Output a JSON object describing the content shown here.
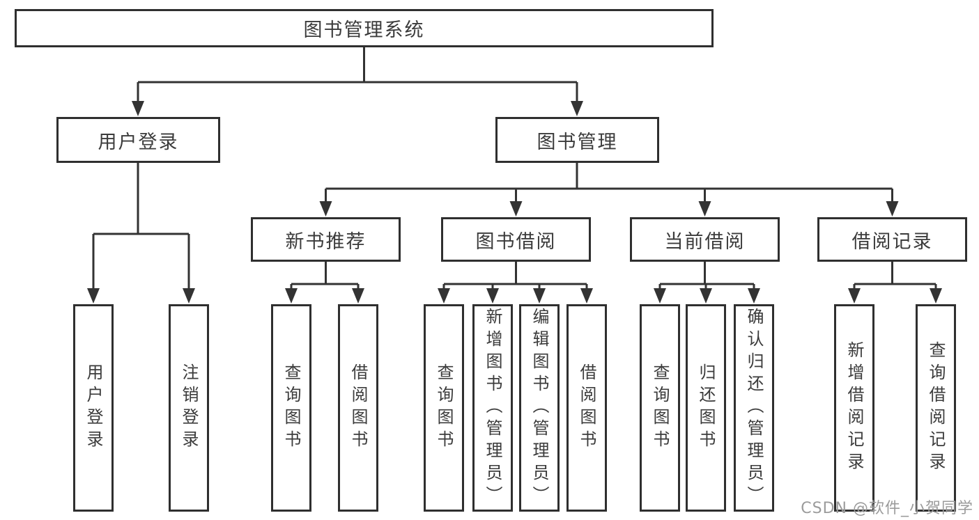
{
  "watermark": "CSDN @软件_小贺同学",
  "colors": {
    "line": "#333333",
    "box_border": "#2f2f2f",
    "text": "#3b3b3b",
    "watermark": "#9b9b9b",
    "background": "#ffffff"
  },
  "diagram": {
    "type": "hierarchy-tree",
    "root": {
      "label": "图书管理系统"
    },
    "branches": [
      {
        "label": "用户登录",
        "children": [
          {
            "label": "用户登录"
          },
          {
            "label": "注销登录"
          }
        ]
      },
      {
        "label": "图书管理",
        "sections": [
          {
            "label": "新书推荐",
            "children": [
              {
                "label": "查询图书"
              },
              {
                "label": "借阅图书"
              }
            ]
          },
          {
            "label": "图书借阅",
            "children": [
              {
                "label": "查询图书"
              },
              {
                "label": "新增图书（管理员）"
              },
              {
                "label": "编辑图书（管理员）"
              },
              {
                "label": "借阅图书"
              }
            ]
          },
          {
            "label": "当前借阅",
            "children": [
              {
                "label": "查询图书"
              },
              {
                "label": "归还图书"
              },
              {
                "label": "确认归还（管理员）"
              }
            ]
          },
          {
            "label": "借阅记录",
            "children": [
              {
                "label": "新增借阅记录"
              },
              {
                "label": "查询借阅记录"
              }
            ]
          }
        ]
      }
    ]
  }
}
